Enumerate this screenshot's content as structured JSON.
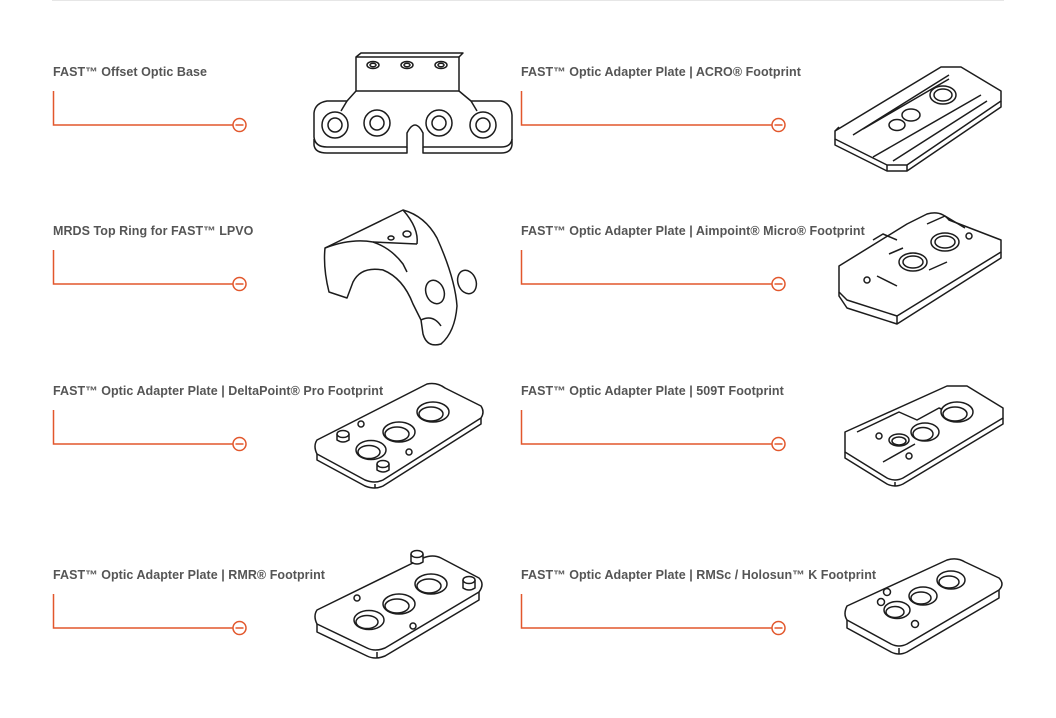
{
  "accent_color": "#e2572c",
  "line_art_color": "#1c1c1c",
  "items": [
    {
      "label": "FAST™ Offset Optic Base",
      "icon": "offset-optic-base-drawing"
    },
    {
      "label": "FAST™ Optic Adapter Plate | ACRO® Footprint",
      "icon": "acro-plate-drawing"
    },
    {
      "label": "MRDS Top Ring for FAST™ LPVO",
      "icon": "top-ring-drawing"
    },
    {
      "label": "FAST™ Optic Adapter Plate | Aimpoint® Micro® Footprint",
      "icon": "aimpoint-plate-drawing"
    },
    {
      "label": "FAST™ Optic Adapter Plate | DeltaPoint® Pro Footprint",
      "icon": "deltapoint-plate-drawing"
    },
    {
      "label": "FAST™ Optic Adapter Plate | 509T Footprint",
      "icon": "509t-plate-drawing"
    },
    {
      "label": "FAST™ Optic Adapter Plate | RMR® Footprint",
      "icon": "rmr-plate-drawing"
    },
    {
      "label": "FAST™ Optic Adapter Plate | RMSc / Holosun™ K Footprint",
      "icon": "rmsc-plate-drawing"
    }
  ]
}
